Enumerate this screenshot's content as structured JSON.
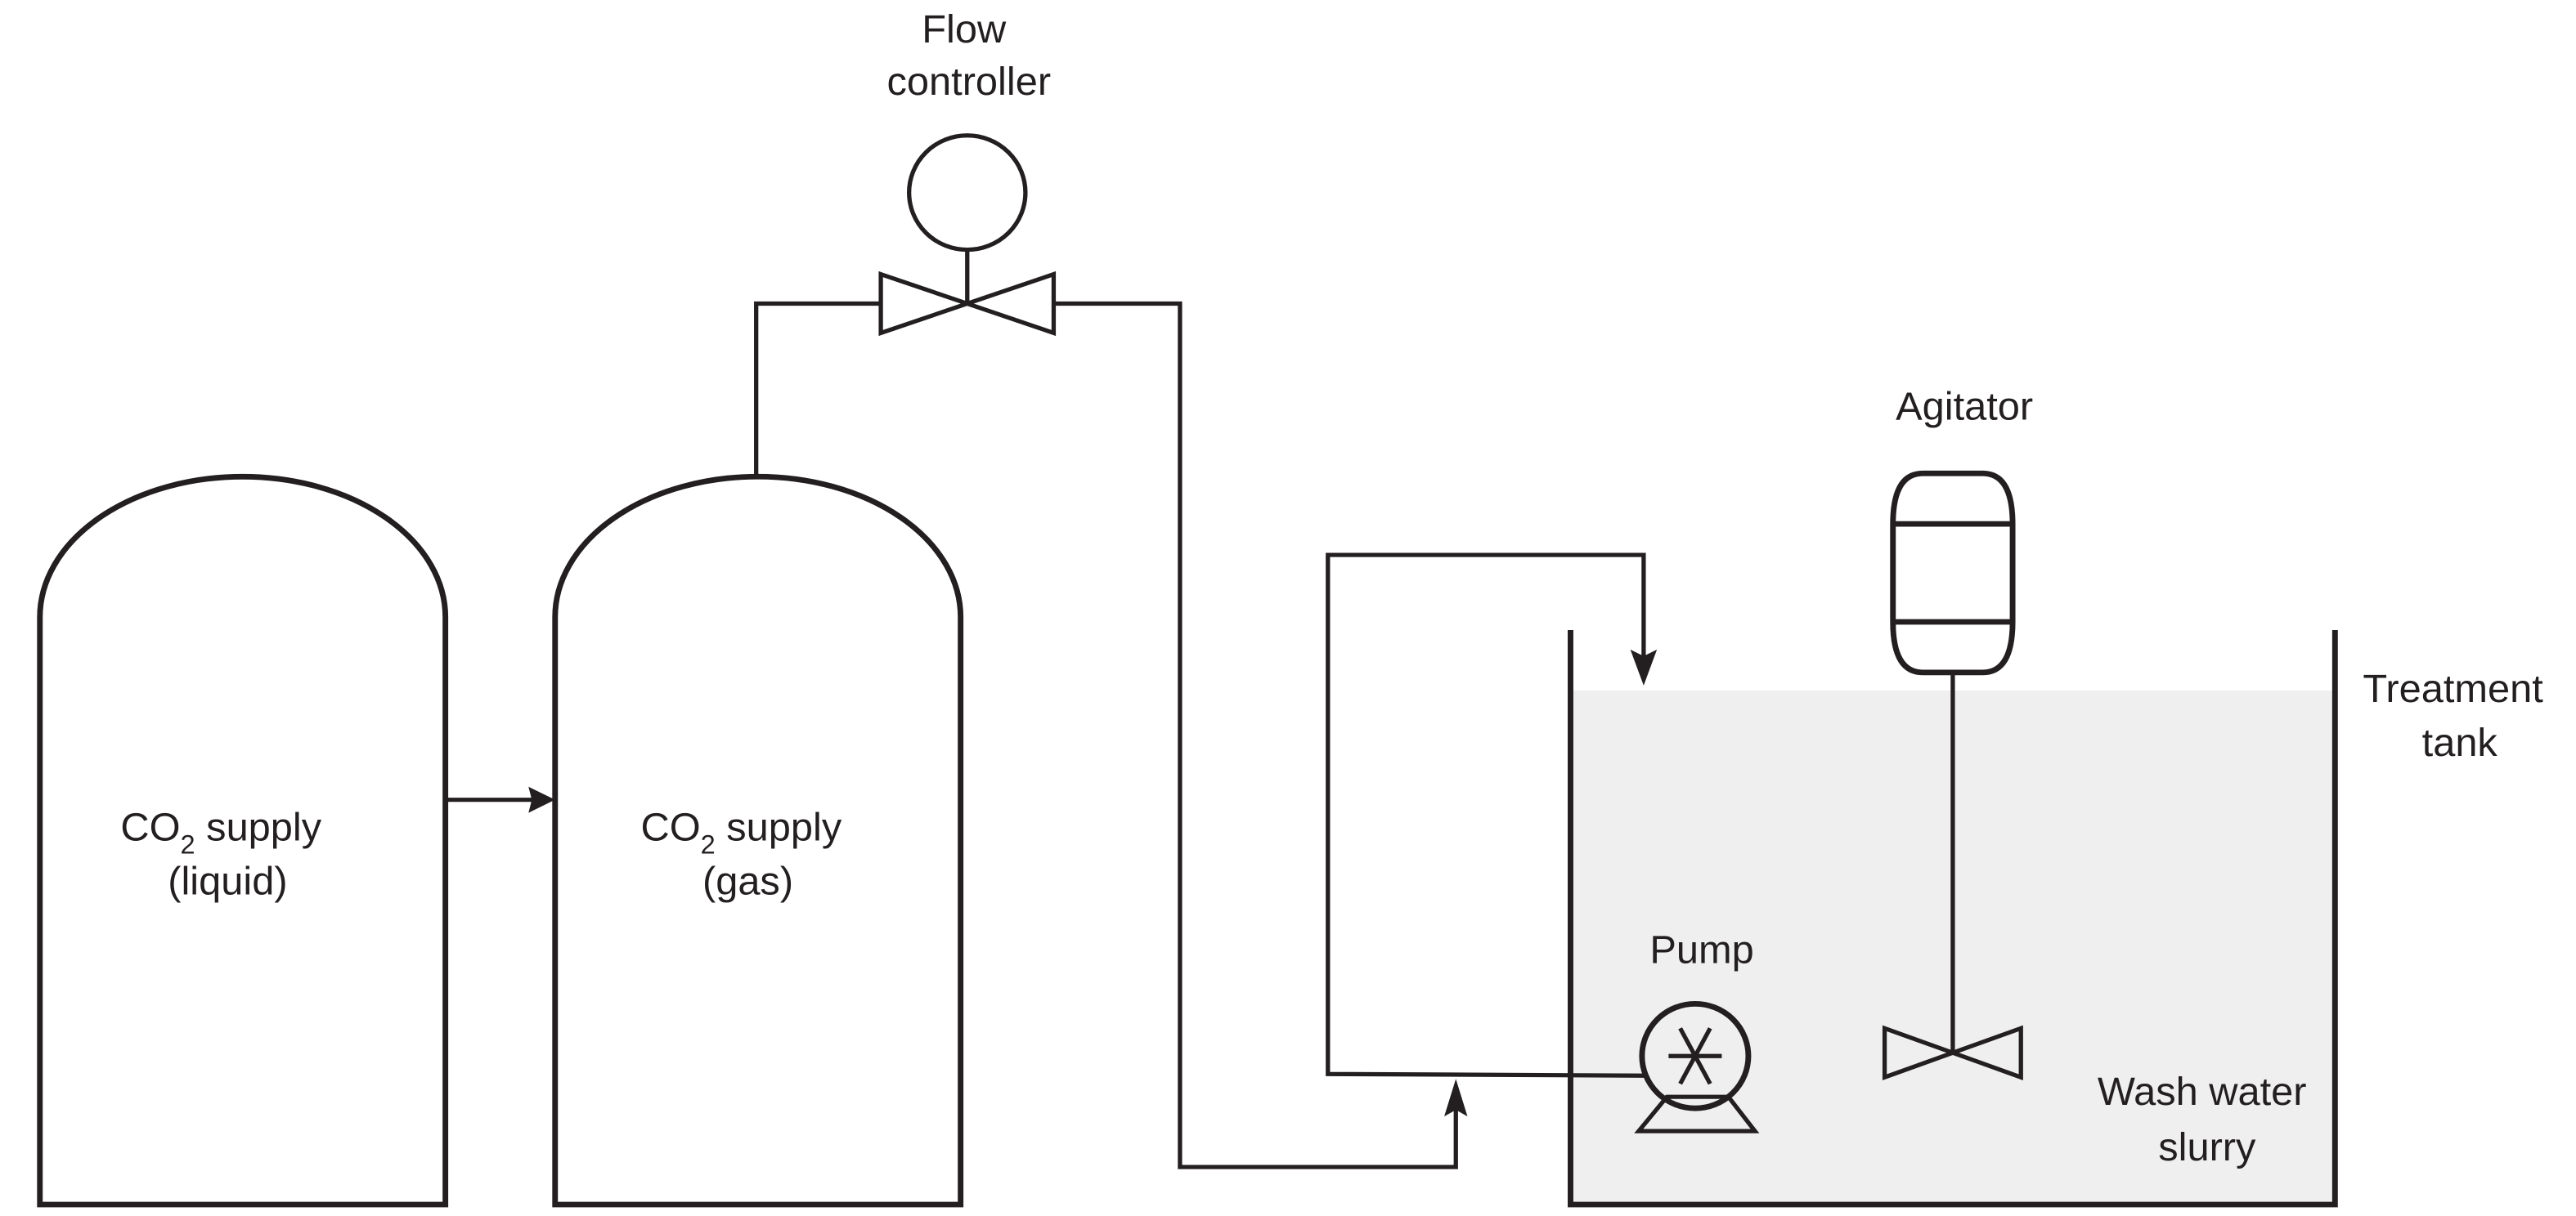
{
  "diagram": {
    "colors": {
      "stroke": "#231f20",
      "liquid_fill": "#efefef",
      "background": "#ffffff"
    },
    "labels": {
      "flow_controller": [
        "Flow",
        "controller"
      ],
      "agitator": "Agitator",
      "treatment_tank": [
        "Treatment",
        "tank"
      ],
      "pump": "Pump",
      "wash_water": [
        "Wash water",
        "slurry"
      ],
      "co2_liquid": {
        "prefix": "CO",
        "subscript": "2",
        "suffix": " supply",
        "line2": "(liquid)"
      },
      "co2_gas": {
        "prefix": "CO",
        "subscript": "2",
        "suffix": " supply",
        "line2": "(gas)"
      }
    },
    "components": [
      {
        "id": "co2-liquid-cylinder",
        "type": "gas cylinder"
      },
      {
        "id": "co2-gas-cylinder",
        "type": "gas cylinder"
      },
      {
        "id": "flow-controller",
        "type": "controller with valve"
      },
      {
        "id": "treatment-tank",
        "type": "open tank"
      },
      {
        "id": "agitator",
        "type": "motor with impeller"
      },
      {
        "id": "pump",
        "type": "centrifugal pump"
      }
    ],
    "connections": [
      {
        "from": "co2-liquid-cylinder",
        "to": "co2-gas-cylinder"
      },
      {
        "from": "co2-gas-cylinder",
        "to": "flow-controller"
      },
      {
        "from": "flow-controller",
        "to": "pump-discharge-line"
      },
      {
        "from": "pump",
        "to": "treatment-tank"
      }
    ]
  }
}
